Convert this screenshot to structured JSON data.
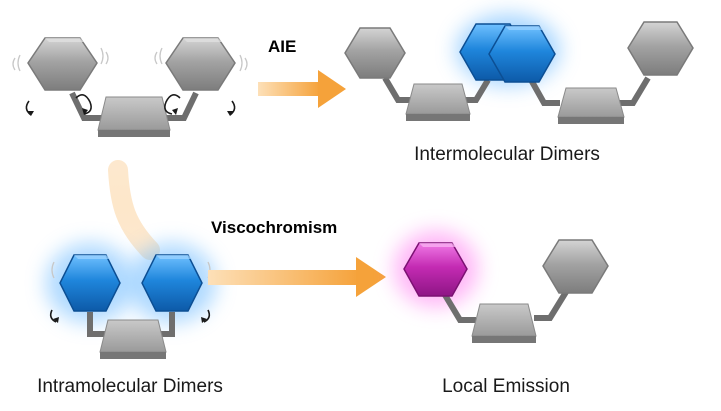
{
  "labels": {
    "aie": "AIE",
    "viscochromism": "Viscochromism",
    "intermolecular": "Intermolecular Dimers",
    "intramolecular": "Intramolecular Dimers",
    "local_emission": "Local Emission"
  },
  "colors": {
    "gray_hex": "#9b9b9b",
    "blue_hex": "#1f7fd4",
    "magenta_hex": "#c42bb3",
    "arrow": "#f5a23a",
    "linker": "#6e6e6e",
    "core": "#a9a9a9",
    "blue_glow": "#5fb4ff",
    "magenta_glow": "#ff7af0"
  },
  "icons": {
    "motion": "rotation-arrow-icon",
    "vibration": "vibration-lines-icon"
  }
}
